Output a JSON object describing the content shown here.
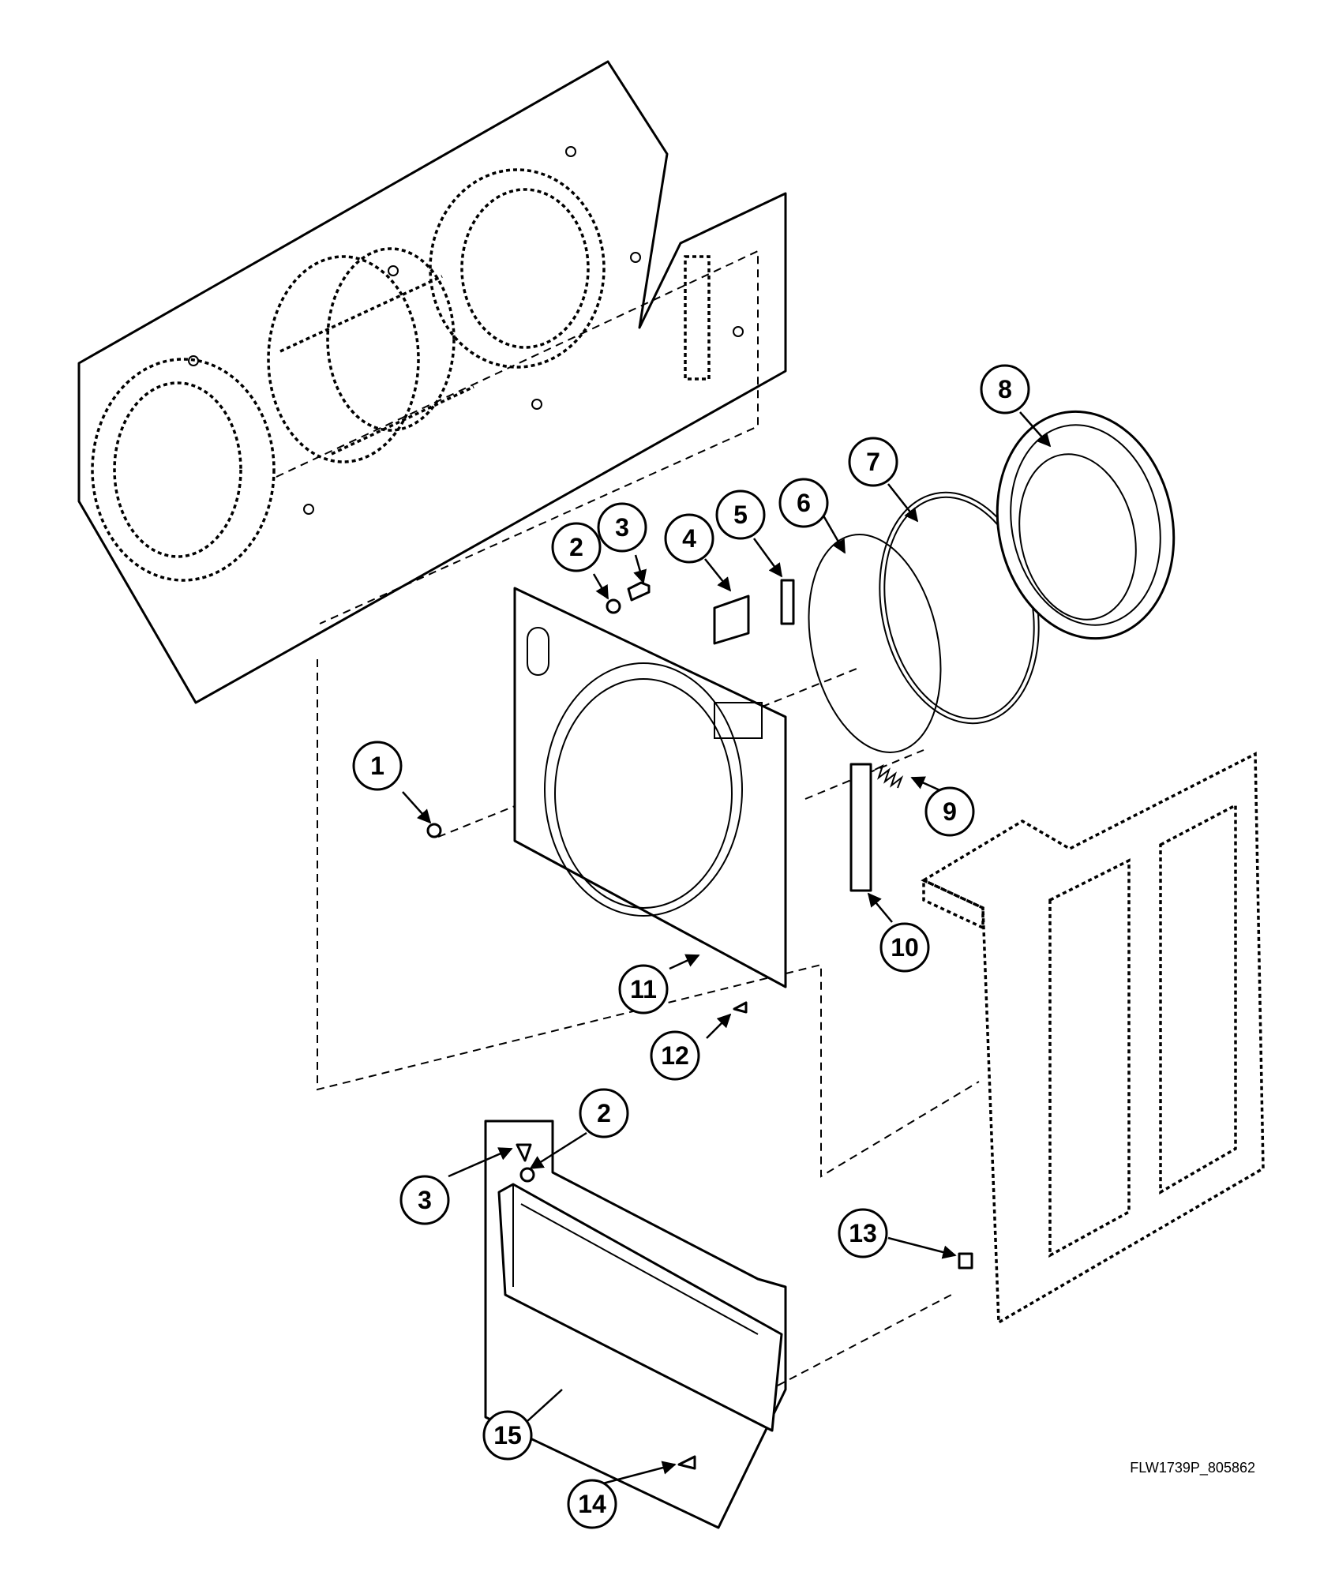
{
  "diagram": {
    "code": "FLW1739P_805862",
    "callouts": [
      "1",
      "2",
      "3",
      "4",
      "5",
      "6",
      "7",
      "8",
      "9",
      "10",
      "11",
      "12",
      "2",
      "3",
      "13",
      "14",
      "15"
    ]
  }
}
